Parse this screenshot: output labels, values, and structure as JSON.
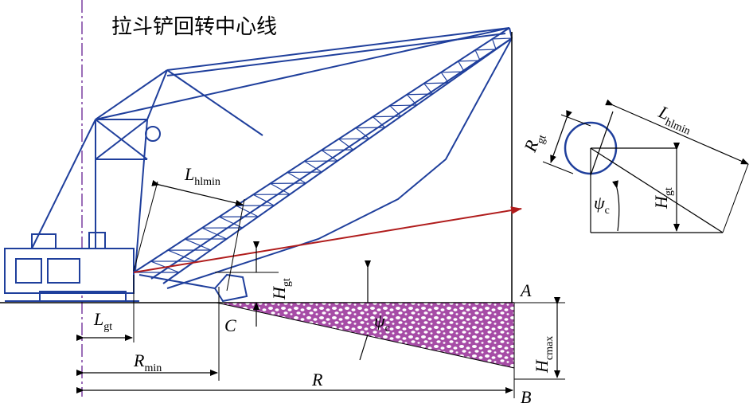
{
  "title": "拉斗铲回转中心线",
  "labels": {
    "L_hlmin_main": "L",
    "L_hlmin_main_sub": "hlmin",
    "L_gt": "L",
    "L_gt_sub": "gt",
    "R_min": "R",
    "R_min_sub": "min",
    "R": "R",
    "C": "C",
    "A": "A",
    "B": "B",
    "H_gt_main": "H",
    "H_gt_main_sub": "gt",
    "psi_c_main": "ψ",
    "psi_c_main_sub": "c",
    "H_cmax": "H",
    "H_cmax_sub": "cmax",
    "R_gt_inset": "R",
    "R_gt_inset_sub": "gt",
    "L_hlmin_inset": "L",
    "L_hlmin_inset_sub": "hlmin",
    "H_gt_inset": "H",
    "H_gt_inset_sub": "gt",
    "psi_c_inset": "ψ",
    "psi_c_inset_sub": "c"
  },
  "colors": {
    "machine": "#1f3f9c",
    "dimension": "#000000",
    "arrow": "#b01c1c",
    "axis": "#7a3fa0",
    "fill": "#a64ca6"
  }
}
